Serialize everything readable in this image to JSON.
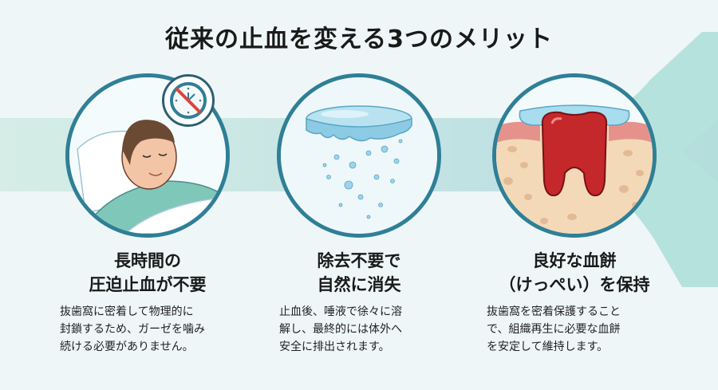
{
  "title": "従来の止血を変える3つのメリット",
  "colors": {
    "accent_ring": "#2f7f96",
    "band": "#c9e6e4",
    "background": "#eef6f7",
    "tooth_red": "#c4282a",
    "gum_pink": "#e6928c",
    "bone": "#f3d9b8",
    "membrane_blue": "#a8dcef"
  },
  "cards": [
    {
      "icon": "sleeping-patient-no-clock-icon",
      "heading_line1": "長時間の",
      "heading_line2": "圧迫止血が不要",
      "body_line1": "抜歯窩に密着して物理的に",
      "body_line2": "封鎖するため、ガーゼを噛み",
      "body_line3": "続ける必要がありません。"
    },
    {
      "icon": "dissolving-tablet-icon",
      "heading_line1": "除去不要で",
      "heading_line2": "自然に消失",
      "body_line1": "止血後、唾液で徐々に溶",
      "body_line2": "解し、最終的には体外へ",
      "body_line3": "安全に排出されます。"
    },
    {
      "icon": "tooth-blood-clot-icon",
      "heading_line1": "良好な血餅",
      "heading_line2": "（けっぺい）を保持",
      "body_line1": "抜歯窩を密着保護すること",
      "body_line2": "で、組織再生に必要な血餅",
      "body_line3": "を安定して維持します。"
    }
  ]
}
